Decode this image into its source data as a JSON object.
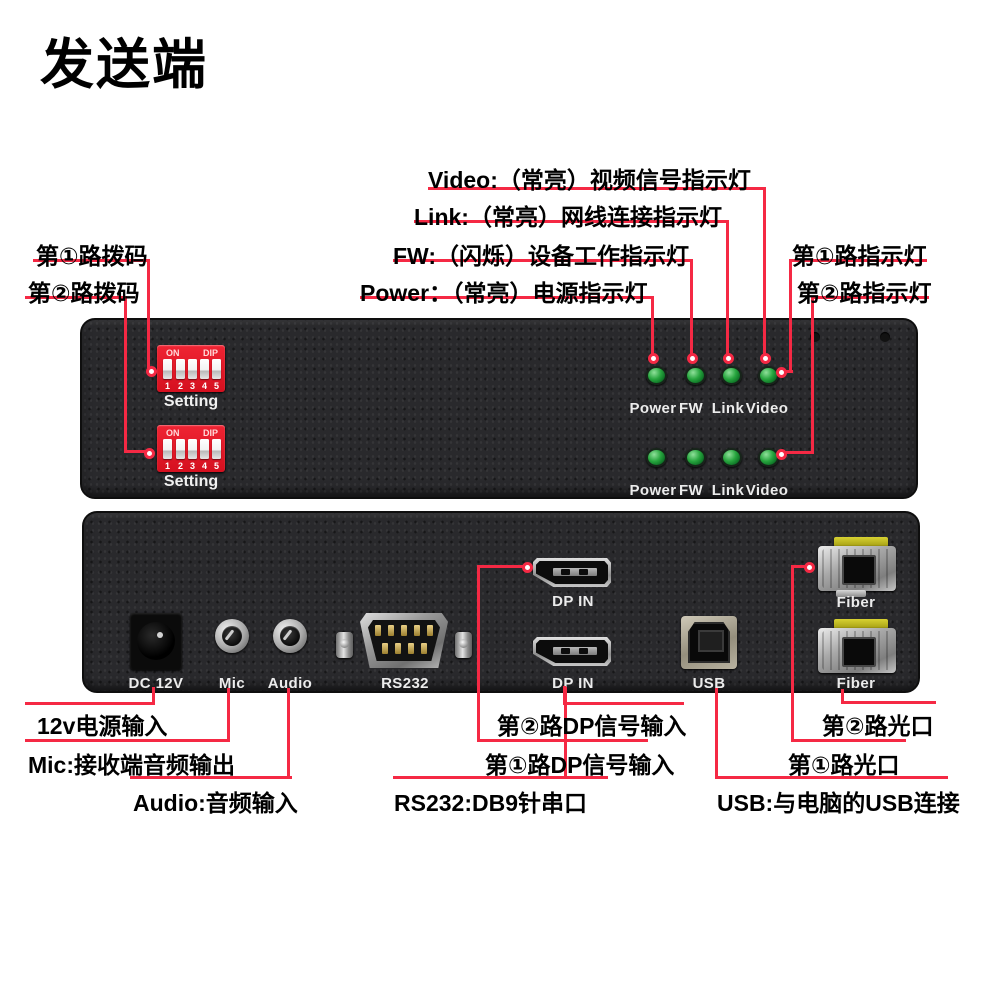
{
  "title": "发送端",
  "colors": {
    "annotation_red": "#f52944",
    "panel_dark": "#29292c",
    "dip_red": "#e31e2d",
    "led_green": "#27a53e"
  },
  "top_callouts": {
    "video": "Video:（常亮）视频信号指示灯",
    "link": "Link:（常亮）网线连接指示灯",
    "fw": "FW:（闪烁）设备工作指示灯",
    "power": "Power：（常亮）电源指示灯",
    "ch1_indicator": "第①路指示灯",
    "ch2_indicator": "第②路指示灯",
    "ch1_dip": "第①路拨码",
    "ch2_dip": "第②路拨码"
  },
  "bottom_callouts": {
    "power_in": "12v电源输入",
    "mic": "Mic:接收端音频输出",
    "audio": "Audio:音频输入",
    "rs232": "RS232:DB9针串口",
    "dp2": "第②路DP信号输入",
    "dp1": "第①路DP信号输入",
    "usb": "USB:与电脑的USB连接",
    "fiber2": "第②路光口",
    "fiber1": "第①路光口"
  },
  "top_panel": {
    "dip": {
      "on": "ON",
      "dip_text": "DIP",
      "numbers": [
        "1",
        "2",
        "3",
        "4",
        "5"
      ],
      "setting": "Setting"
    },
    "led_labels": [
      "Power",
      "FW",
      "Link",
      "Video"
    ]
  },
  "bottom_panel": {
    "dc": "DC 12V",
    "mic": "Mic",
    "audio": "Audio",
    "rs232": "RS232",
    "dp_in": "DP IN",
    "usb": "USB",
    "fiber": "Fiber"
  }
}
